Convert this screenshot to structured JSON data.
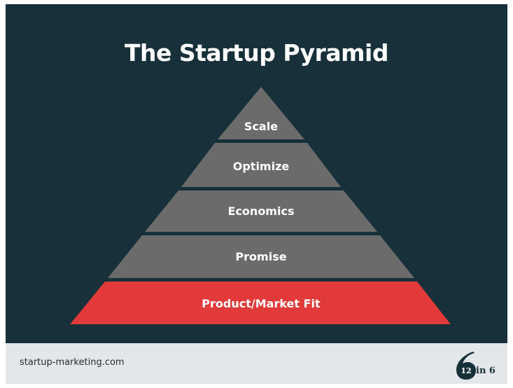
{
  "slide": {
    "title": "The Startup Pyramid",
    "background_color": "#173039"
  },
  "pyramid": {
    "levels": [
      {
        "label": "Scale",
        "color": "#6b6b6b"
      },
      {
        "label": "Optimize",
        "color": "#6b6b6b"
      },
      {
        "label": "Economics",
        "color": "#6b6b6b"
      },
      {
        "label": "Promise",
        "color": "#6b6b6b"
      },
      {
        "label": "Product/Market Fit",
        "color": "#e23a3a"
      }
    ]
  },
  "footer": {
    "url": "startup-marketing.com",
    "background_color": "#e3e7ea"
  },
  "logo": {
    "text": "6 12 in 6"
  }
}
